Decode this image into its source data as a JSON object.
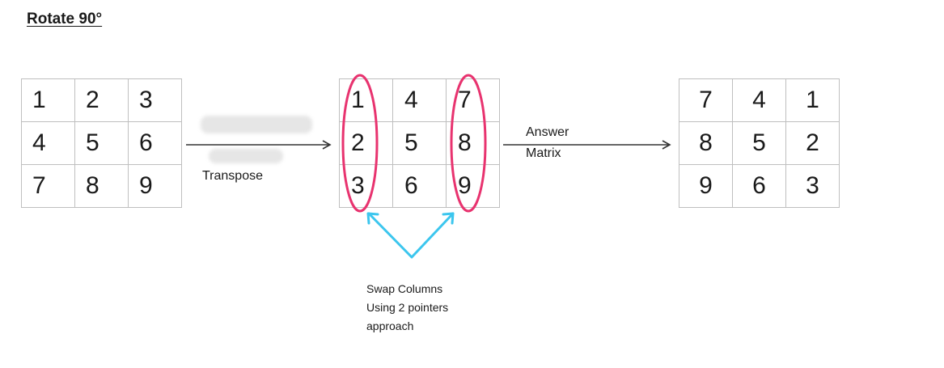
{
  "title": "Rotate 90°",
  "original_matrix": [
    [
      "1",
      "2",
      "3"
    ],
    [
      "4",
      "5",
      "6"
    ],
    [
      "7",
      "8",
      "9"
    ]
  ],
  "transposed_matrix": [
    [
      "1",
      "4",
      "7"
    ],
    [
      "2",
      "5",
      "8"
    ],
    [
      "3",
      "6",
      "9"
    ]
  ],
  "answer_matrix": [
    [
      "7",
      "4",
      "1"
    ],
    [
      "8",
      "5",
      "2"
    ],
    [
      "9",
      "6",
      "3"
    ]
  ],
  "transpose_label": "Transpose",
  "answer_label": [
    "Answer",
    "Matrix"
  ],
  "swap_note": [
    "Swap Columns",
    "Using 2 pointers",
    "approach"
  ],
  "colors": {
    "highlight_ellipse": "#e8336f",
    "pointer_arrows": "#3cc6ee",
    "flow_arrows": "#333333",
    "grid_border": "#bfbfbf",
    "smudge": "#e6e6e6"
  }
}
